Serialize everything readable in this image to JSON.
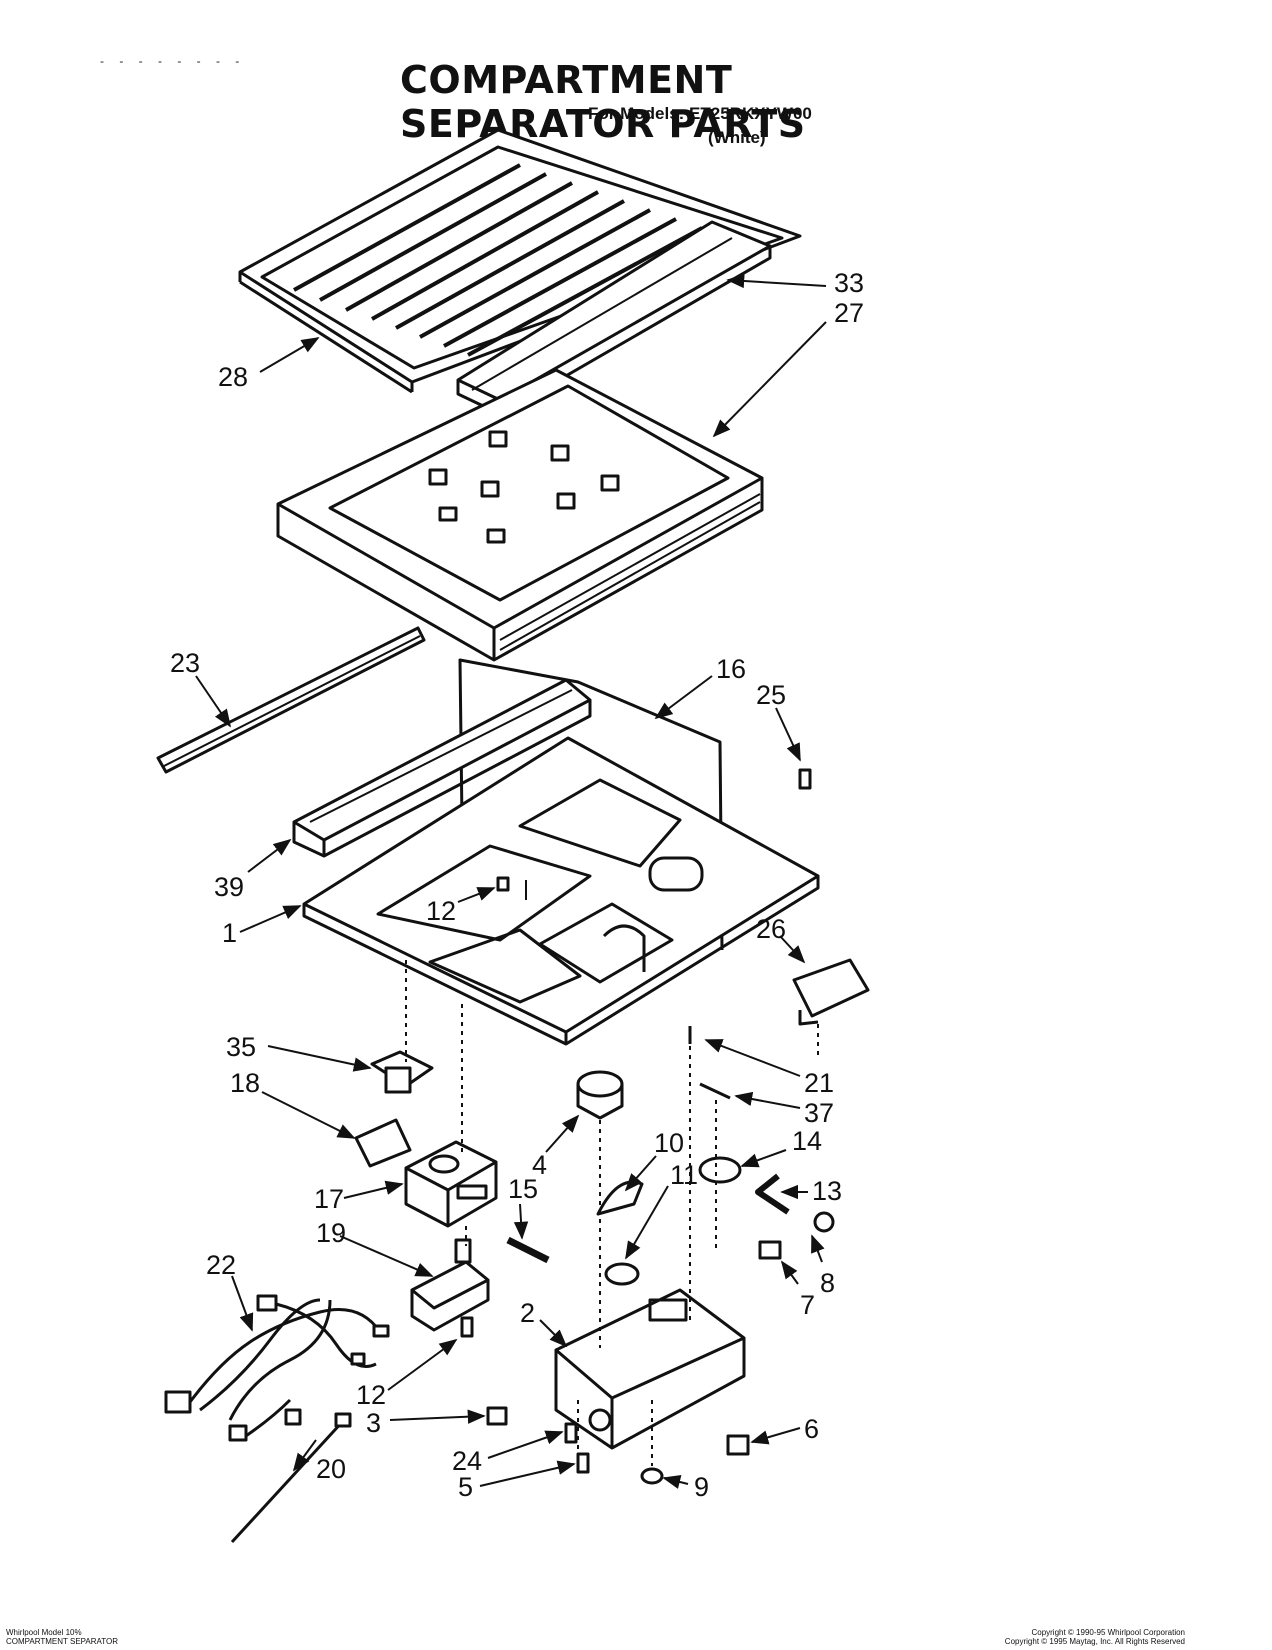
{
  "header": {
    "title": "COMPARTMENT SEPARATOR PARTS",
    "models": "For Models: ET25RKXYW00",
    "color": "(White)",
    "scan_marks": "-  - -  - - - - -"
  },
  "footer": {
    "left_line1": "Whirlpool Model 10%",
    "left_line2": "COMPARTMENT SEPARATOR",
    "right_line1": "Copyright © 1990-95 Whirlpool Corporation",
    "right_line2": "Copyright © 1995 Maytag, Inc. All Rights Reserved"
  },
  "callouts": [
    {
      "id": "c33",
      "label": "33"
    },
    {
      "id": "c27",
      "label": "27"
    },
    {
      "id": "c28",
      "label": "28"
    },
    {
      "id": "c23",
      "label": "23"
    },
    {
      "id": "c16",
      "label": "16"
    },
    {
      "id": "c25",
      "label": "25"
    },
    {
      "id": "c39",
      "label": "39"
    },
    {
      "id": "c1",
      "label": "1"
    },
    {
      "id": "c12a",
      "label": "12"
    },
    {
      "id": "c26",
      "label": "26"
    },
    {
      "id": "c35",
      "label": "35"
    },
    {
      "id": "c18",
      "label": "18"
    },
    {
      "id": "c21",
      "label": "21"
    },
    {
      "id": "c37",
      "label": "37"
    },
    {
      "id": "c4",
      "label": "4"
    },
    {
      "id": "c10",
      "label": "10"
    },
    {
      "id": "c15",
      "label": "15"
    },
    {
      "id": "c11",
      "label": "11"
    },
    {
      "id": "c14",
      "label": "14"
    },
    {
      "id": "c13",
      "label": "13"
    },
    {
      "id": "c17",
      "label": "17"
    },
    {
      "id": "c19",
      "label": "19"
    },
    {
      "id": "c8",
      "label": "8"
    },
    {
      "id": "c7",
      "label": "7"
    },
    {
      "id": "c22",
      "label": "22"
    },
    {
      "id": "c2",
      "label": "2"
    },
    {
      "id": "c12b",
      "label": "12"
    },
    {
      "id": "c3",
      "label": "3"
    },
    {
      "id": "c6",
      "label": "6"
    },
    {
      "id": "c24",
      "label": "24"
    },
    {
      "id": "c5",
      "label": "5"
    },
    {
      "id": "c9",
      "label": "9"
    },
    {
      "id": "c20",
      "label": "20"
    }
  ]
}
